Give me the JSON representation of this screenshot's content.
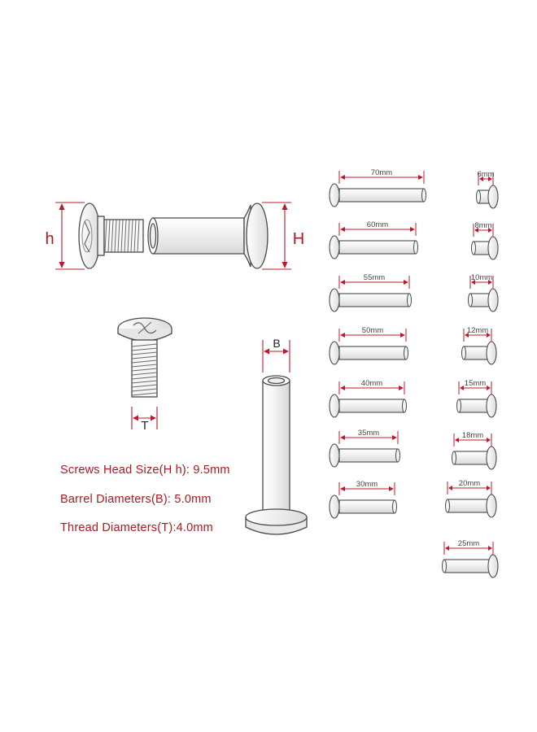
{
  "labels": {
    "h": "h",
    "H": "H",
    "B": "B",
    "T": "T"
  },
  "specs": [
    "Screws Head Size(H h): 9.5mm",
    "Barrel Diameters(B): 5.0mm",
    "Thread Diameters(T):4.0mm"
  ],
  "left_column_sizes": [
    "70mm",
    "60mm",
    "55mm",
    "50mm",
    "40mm",
    "35mm",
    "30mm"
  ],
  "right_column_sizes": [
    "6mm",
    "8mm",
    "10mm",
    "12mm",
    "15mm",
    "18mm",
    "20mm",
    "25mm"
  ],
  "colors": {
    "dimension": "#c0182a",
    "outline": "#4a4a4a",
    "spec_text": "#b0171f"
  }
}
